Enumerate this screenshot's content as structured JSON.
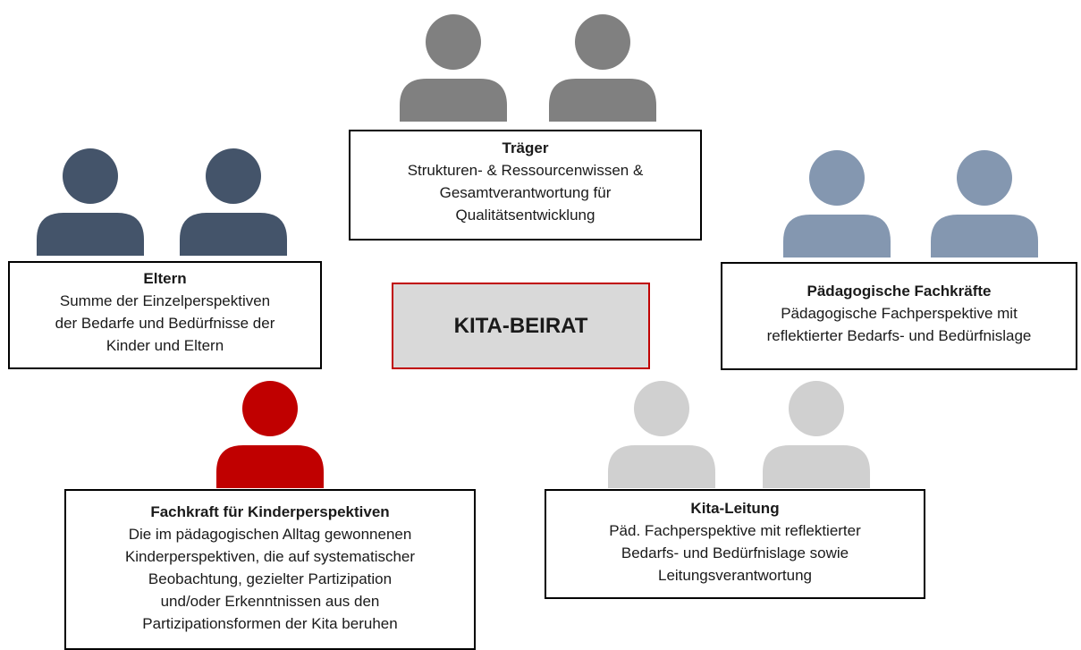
{
  "center": {
    "label": "KITA-BEIRAT",
    "fill": "#d9d9d9",
    "border": "#c00000"
  },
  "groups": {
    "traeger": {
      "title": "Träger",
      "desc": "Strukturen- & Ressourcenwissen &\nGesamtverantwortung für\nQualitätsentwicklung",
      "color": "#808080",
      "icon": "person-icon"
    },
    "eltern": {
      "title": "Eltern",
      "desc": "Summe der Einzelperspektiven\nder Bedarfe und Bedürfnisse der\nKinder und Eltern",
      "color": "#44546a",
      "icon": "person-icon"
    },
    "fachkraefte": {
      "title": "Pädagogische Fachkräfte",
      "desc": "Pädagogische Fachperspektive mit\nreflektierter Bedarfs- und Bedürfnislage",
      "color": "#8497b0",
      "icon": "person-icon"
    },
    "kinderperspektiven": {
      "title": "Fachkraft für Kinderperspektiven",
      "desc": "Die im pädagogischen Alltag gewonnenen\nKinderperspektiven, die auf systematischer\nBeobachtung, gezielter Partizipation\nund/oder Erkenntnissen aus den\nPartizipationsformen der Kita beruhen",
      "color": "#c00000",
      "icon": "person-icon"
    },
    "leitung": {
      "title": "Kita-Leitung",
      "desc": "Päd. Fachperspektive mit reflektierter\nBedarfs- und Bedürfnislage sowie\nLeitungsverantwortung",
      "color": "#d0d0d0",
      "icon": "person-icon"
    }
  }
}
